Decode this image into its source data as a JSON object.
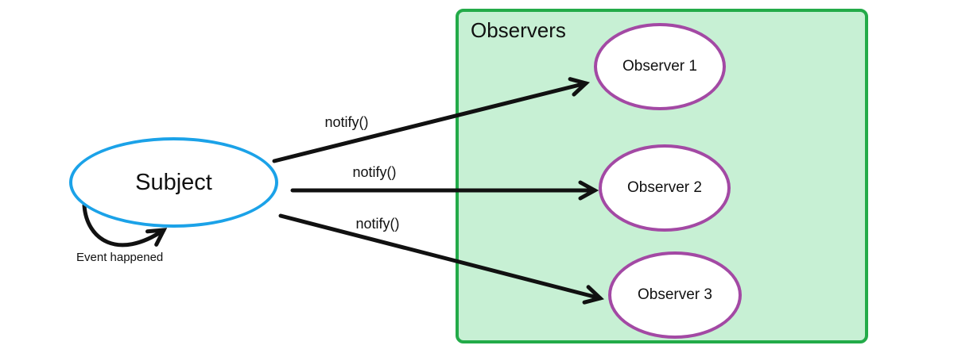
{
  "diagram": {
    "type": "observer-pattern-diagram",
    "subject": {
      "label": "Subject"
    },
    "event_label": "Event happened",
    "observers_box": {
      "title": "Observers"
    },
    "observers": [
      {
        "label": "Observer 1"
      },
      {
        "label": "Observer 2"
      },
      {
        "label": "Observer 3"
      }
    ],
    "notify_labels": [
      "notify()",
      "notify()",
      "notify()"
    ],
    "colors": {
      "subject_border": "#1BA2E8",
      "observer_border": "#A349A4",
      "box_border": "#23AB49",
      "box_fill": "#C7F0D4",
      "arrow": "#111111"
    }
  }
}
